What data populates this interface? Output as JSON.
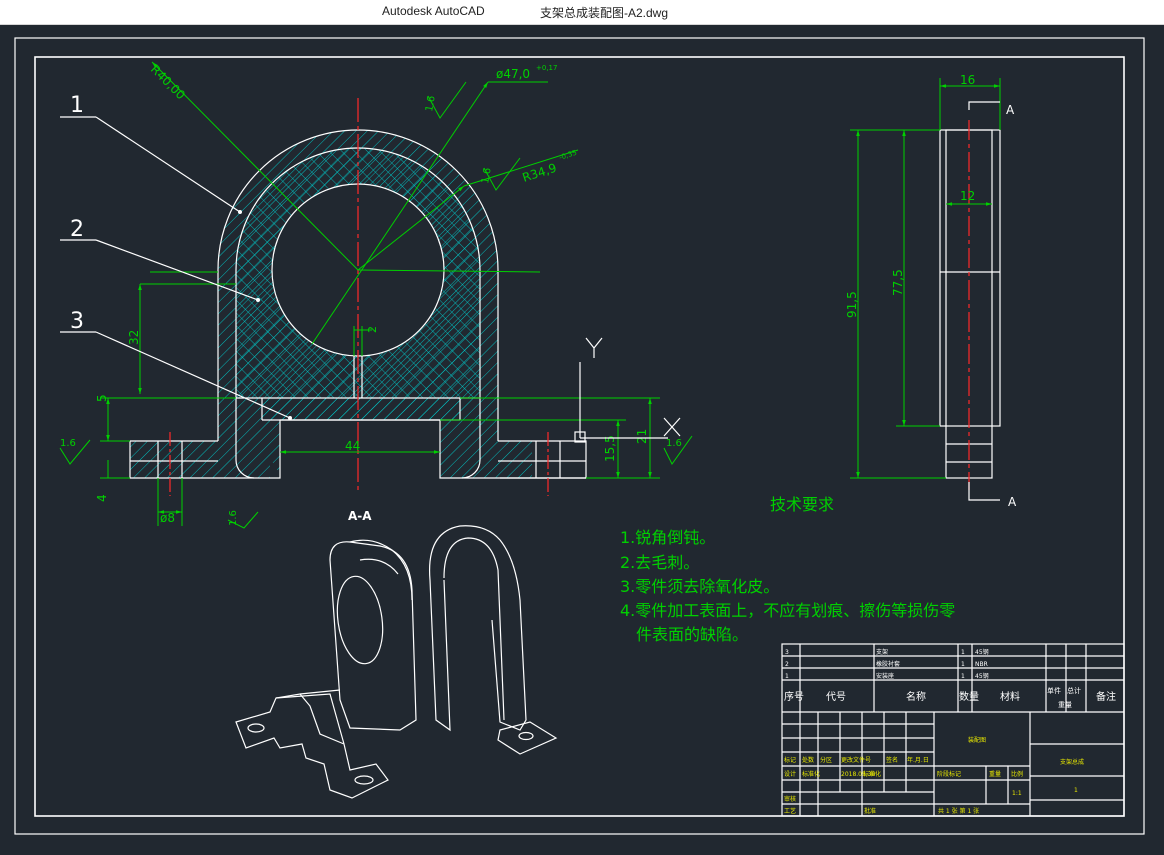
{
  "app": {
    "name": "Autodesk AutoCAD",
    "file": "支架总成装配图-A2.dwg"
  },
  "colors": {
    "background": "#212830",
    "geometry": "#ffffff",
    "dimensions": "#00d000",
    "centerlines": "#ff2a2a",
    "notes": "#00d000",
    "table_text": "#e8e800"
  },
  "drawing": {
    "section_label": "A-A",
    "balloons": [
      "1",
      "2",
      "3"
    ],
    "dims": {
      "r40": "R40,00",
      "d47": "ø47,0",
      "d47_tol": "+0,17",
      "r34": "R34,9",
      "r34_tol": "-0,35",
      "d32": "32",
      "d2": "2",
      "d5": "5",
      "d4": "4",
      "d44": "44",
      "d8": "ø8",
      "d15_5": "15,5",
      "d21": "21",
      "d16": "16",
      "d12": "12",
      "d91_5": "91,5",
      "d77_5": "77,5"
    },
    "roughness": [
      "1.6",
      "1.6",
      "1.6",
      "1.6",
      "1.6"
    ],
    "section_marks": [
      "A",
      "A"
    ],
    "ucs": {
      "y": "Y"
    }
  },
  "notes": {
    "title": "技术要求",
    "items": [
      "1.锐角倒钝。",
      "2.去毛刺。",
      "3.零件须去除氧化皮。",
      "4.零件加工表面上，不应有划痕、擦伤等损伤零",
      "件表面的缺陷。"
    ]
  },
  "title_block": {
    "parts": [
      {
        "no": "3",
        "name": "支架",
        "qty": "1",
        "mat": "45钢"
      },
      {
        "no": "2",
        "name": "橡胶衬套",
        "qty": "1",
        "mat": "NBR"
      },
      {
        "no": "1",
        "name": "安装座",
        "qty": "1",
        "mat": "45钢"
      }
    ],
    "headers": {
      "no": "序号",
      "code": "代号",
      "name": "名称",
      "qty": "数量",
      "mat": "材料",
      "single": "单件",
      "total": "总计",
      "weight": "重量",
      "remark": "备注"
    },
    "drawing_type": "装配图",
    "drawing_title": "支架总成",
    "sheet_no": "1",
    "scale": "1:1",
    "row_labels": [
      "标记",
      "处数",
      "分区",
      "更改文件号",
      "签名",
      "年.月.日"
    ],
    "design_labels": [
      "设计",
      "标准化",
      "2018.05.30",
      "标准化"
    ],
    "stage_headers": [
      "阶段标记",
      "重量",
      "比例"
    ],
    "check_label": "审核",
    "process_label": "工艺",
    "approve_label": "批准",
    "sheet_info": "共 1 张    第 1 张"
  }
}
